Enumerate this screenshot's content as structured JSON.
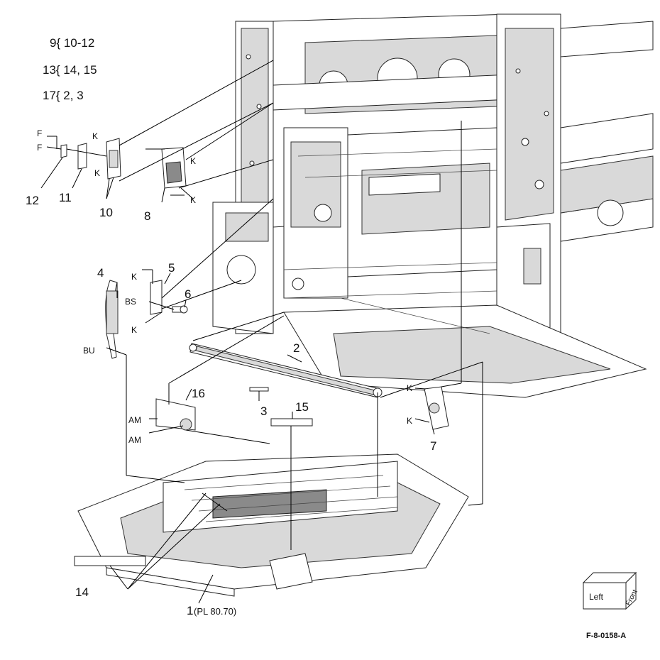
{
  "legend": [
    "9{ 10-12",
    "13{ 14, 15",
    "17{ 2, 3"
  ],
  "callouts": {
    "n1": "1",
    "n1_ref": "(PL 80.70)",
    "n2": "2",
    "n3": "3",
    "n4": "4",
    "n5": "5",
    "n6": "6",
    "n7": "7",
    "n8": "8",
    "n10": "10",
    "n11": "11",
    "n12": "12",
    "n14": "14",
    "n15": "15",
    "n16": "16"
  },
  "connectors": {
    "F": "F",
    "K": "K",
    "BS": "BS",
    "BU": "BU",
    "AM": "AM"
  },
  "orientation": {
    "left": "Left",
    "front": "Front"
  },
  "figure_id": "F-8-0158-A"
}
